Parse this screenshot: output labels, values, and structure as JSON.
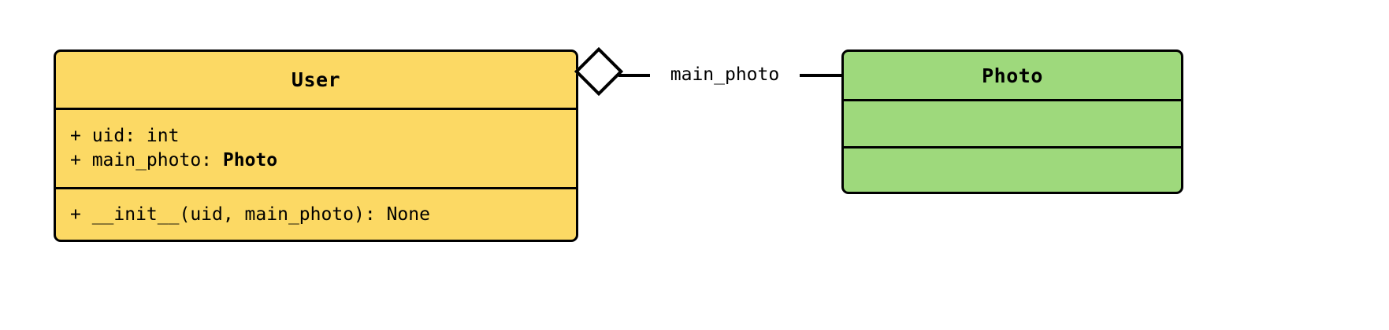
{
  "diagram": {
    "type": "uml-class-diagram",
    "background_color": "#ffffff",
    "border_color": "#000000"
  },
  "classes": [
    {
      "name": "User",
      "fill_color": "#fcd964",
      "attributes": [
        {
          "visibility": "+",
          "text_prefix": "+ uid: int",
          "text_bold": "",
          "text_suffix": ""
        },
        {
          "visibility": "+",
          "text_prefix": "+ main_photo: ",
          "text_bold": "Photo",
          "text_suffix": ""
        }
      ],
      "methods": [
        {
          "visibility": "+",
          "text_prefix": "+ __init__(uid, main_photo): None",
          "text_bold": "",
          "text_suffix": ""
        }
      ]
    },
    {
      "name": "Photo",
      "fill_color": "#9ed97c",
      "attributes": [],
      "methods": []
    }
  ],
  "relationship": {
    "kind": "aggregation",
    "source": "User",
    "target": "Photo",
    "label": "main_photo",
    "marker": "hollow-diamond"
  }
}
